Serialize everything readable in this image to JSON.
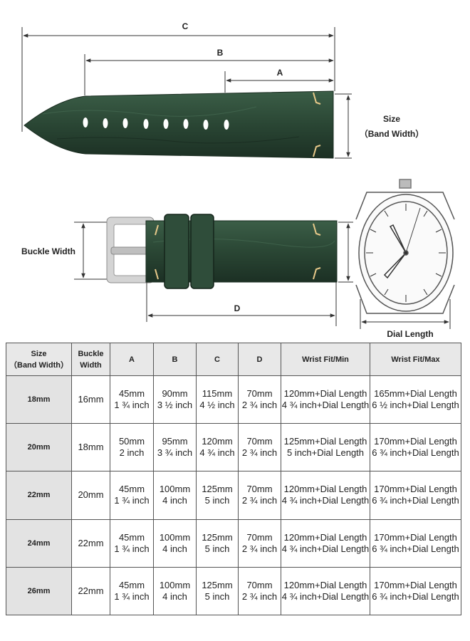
{
  "diagram": {
    "label_c": "C",
    "label_b": "B",
    "label_a": "A",
    "label_size_line1": "Size",
    "label_size_line2": "（Band Width）",
    "label_buckle_width": "Buckle Width",
    "label_d": "D",
    "label_dial_length": "Dial Length",
    "colors": {
      "strap": "#2d4a38",
      "strap_dark": "#1f3528",
      "stitch": "#e8c98a",
      "line": "#333333"
    }
  },
  "table": {
    "headers": [
      [
        "Size",
        "（Band Width）"
      ],
      [
        "Buckle",
        "Width"
      ],
      [
        "A"
      ],
      [
        "B"
      ],
      [
        "C"
      ],
      [
        "D"
      ],
      [
        "Wrist Fit/Min"
      ],
      [
        "Wrist Fit/Max"
      ]
    ],
    "rows": [
      {
        "size": "18mm",
        "buckle": "16mm",
        "a": [
          "45mm",
          "1 ¾ inch"
        ],
        "b": [
          "90mm",
          "3 ½ inch"
        ],
        "c": [
          "115mm",
          "4 ½ inch"
        ],
        "d": [
          "70mm",
          "2 ¾ inch"
        ],
        "min": [
          "120mm+Dial Length",
          "4 ¾ inch+Dial Length"
        ],
        "max": [
          "165mm+Dial Length",
          "6 ½ inch+Dial Length"
        ]
      },
      {
        "size": "20mm",
        "buckle": "18mm",
        "a": [
          "50mm",
          "2 inch"
        ],
        "b": [
          "95mm",
          "3 ¾ inch"
        ],
        "c": [
          "120mm",
          "4 ¾ inch"
        ],
        "d": [
          "70mm",
          "2 ¾ inch"
        ],
        "min": [
          "125mm+Dial Length",
          "5  inch+Dial Length"
        ],
        "max": [
          "170mm+Dial Length",
          "6 ¾ inch+Dial Length"
        ]
      },
      {
        "size": "22mm",
        "buckle": "20mm",
        "a": [
          "45mm",
          "1 ¾ inch"
        ],
        "b": [
          "100mm",
          "4 inch"
        ],
        "c": [
          "125mm",
          "5 inch"
        ],
        "d": [
          "70mm",
          "2 ¾ inch"
        ],
        "min": [
          "120mm+Dial Length",
          "4 ¾ inch+Dial Length"
        ],
        "max": [
          "170mm+Dial Length",
          "6 ¾ inch+Dial Length"
        ]
      },
      {
        "size": "24mm",
        "buckle": "22mm",
        "a": [
          "45mm",
          "1 ¾ inch"
        ],
        "b": [
          "100mm",
          "4 inch"
        ],
        "c": [
          "125mm",
          "5 inch"
        ],
        "d": [
          "70mm",
          "2 ¾ inch"
        ],
        "min": [
          "120mm+Dial Length",
          "4 ¾ inch+Dial Length"
        ],
        "max": [
          "170mm+Dial Length",
          "6 ¾ inch+Dial Length"
        ]
      },
      {
        "size": "26mm",
        "buckle": "22mm",
        "a": [
          "45mm",
          "1 ¾ inch"
        ],
        "b": [
          "100mm",
          "4 inch"
        ],
        "c": [
          "125mm",
          "5 inch"
        ],
        "d": [
          "70mm",
          "2 ¾ inch"
        ],
        "min": [
          "120mm+Dial Length",
          "4 ¾ inch+Dial Length"
        ],
        "max": [
          "170mm+Dial Length",
          "6 ¾ inch+Dial Length"
        ]
      }
    ]
  }
}
